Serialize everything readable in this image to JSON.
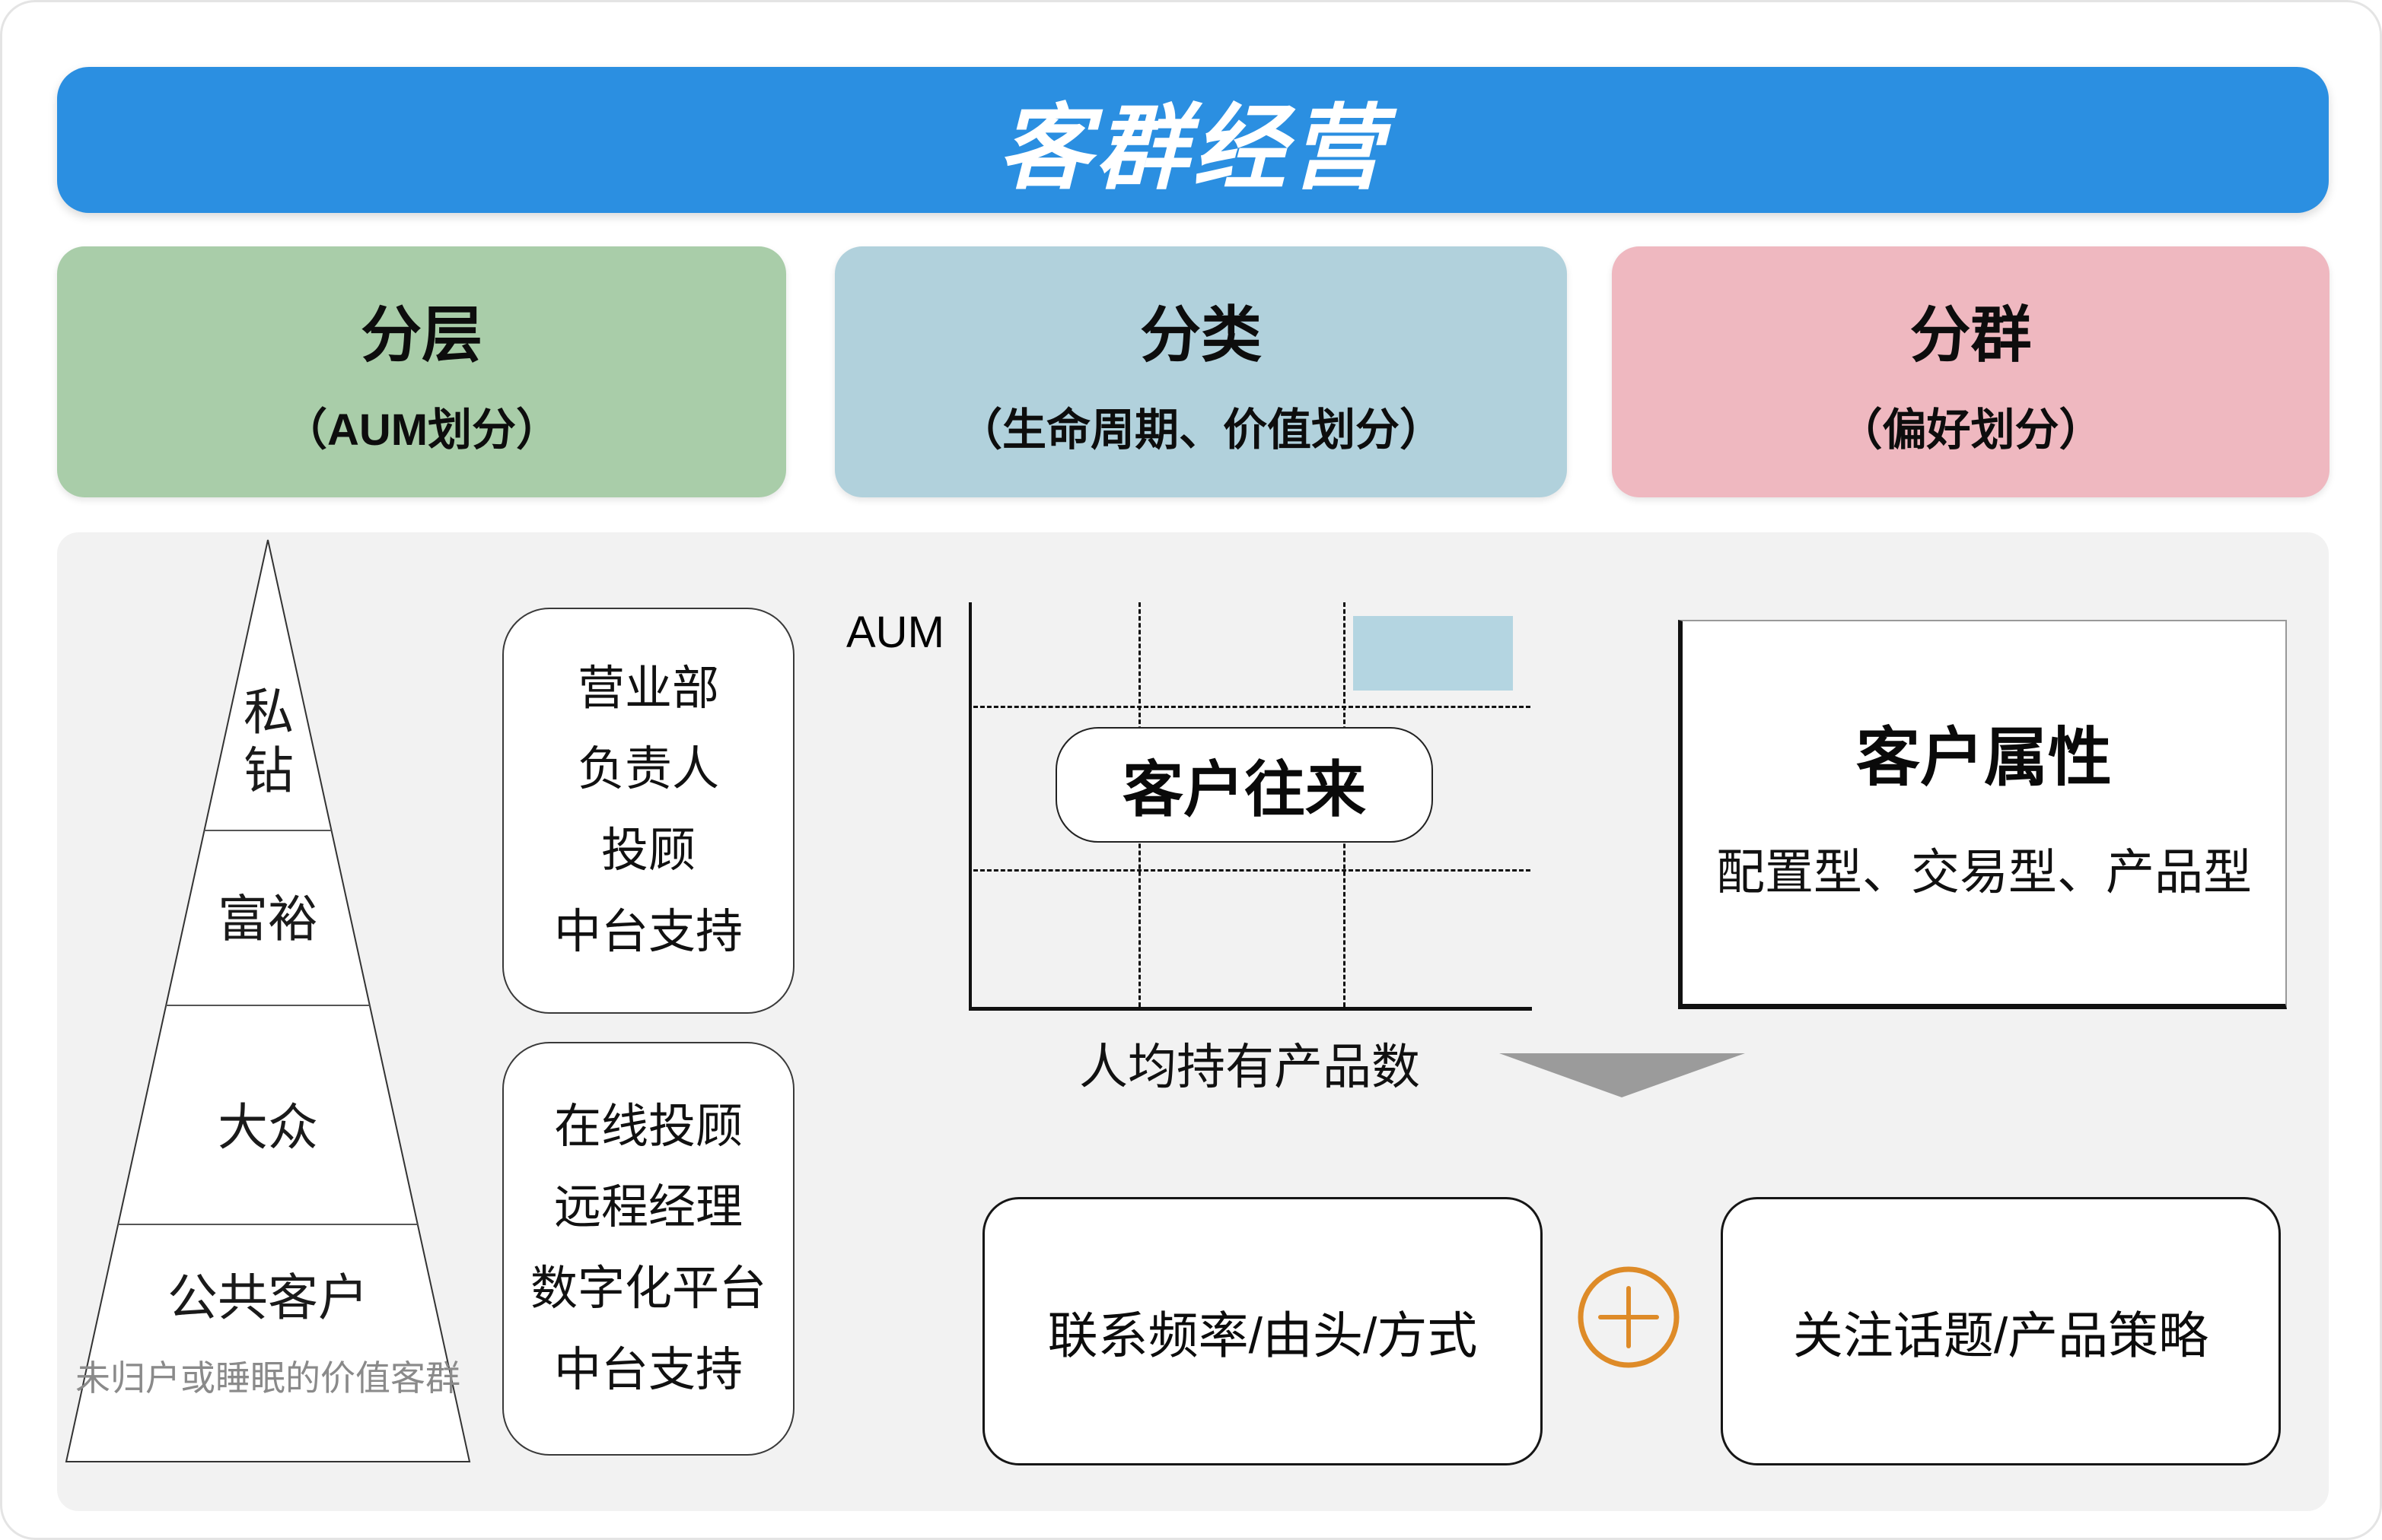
{
  "banner": {
    "title": "客群经营"
  },
  "categories": [
    {
      "title": "分层",
      "subtitle": "（AUM划分）",
      "color": "#A9CDA9"
    },
    {
      "title": "分类",
      "subtitle": "（生命周期、价值划分）",
      "color": "#B1D1DC"
    },
    {
      "title": "分群",
      "subtitle": "（偏好划分）",
      "color": "#EFB8C0"
    }
  ],
  "pyramid": {
    "tiers": [
      "私钻",
      "富裕",
      "大众",
      "公共客户"
    ],
    "note": "未归户或睡眠的价值客群"
  },
  "support_boxes": [
    {
      "lines": [
        "营业部",
        "负责人",
        "投顾",
        "中台支持"
      ]
    },
    {
      "lines": [
        "在线投顾",
        "远程经理",
        "数字化平台",
        "中台支持"
      ]
    }
  ],
  "chart": {
    "y_label": "AUM",
    "x_label": "人均持有产品数",
    "overlay_label": "客户往来",
    "highlight_color": "#B4D5E1",
    "grid": "2 dashed vertical x 2 dashed horizontal"
  },
  "attributes_box": {
    "title": "客户属性",
    "subtitle": "配置型、交易型、产品型"
  },
  "bottom": {
    "left_label": "联系频率/由头/方式",
    "right_label": "关注话题/产品策略",
    "plus_icon": "plus-in-circle",
    "plus_color": "#DE8B28"
  },
  "colors": {
    "banner_blue": "#2B8FE1",
    "panel_gray": "#F2F2F2",
    "arrow_gray": "#9B9B9B"
  }
}
